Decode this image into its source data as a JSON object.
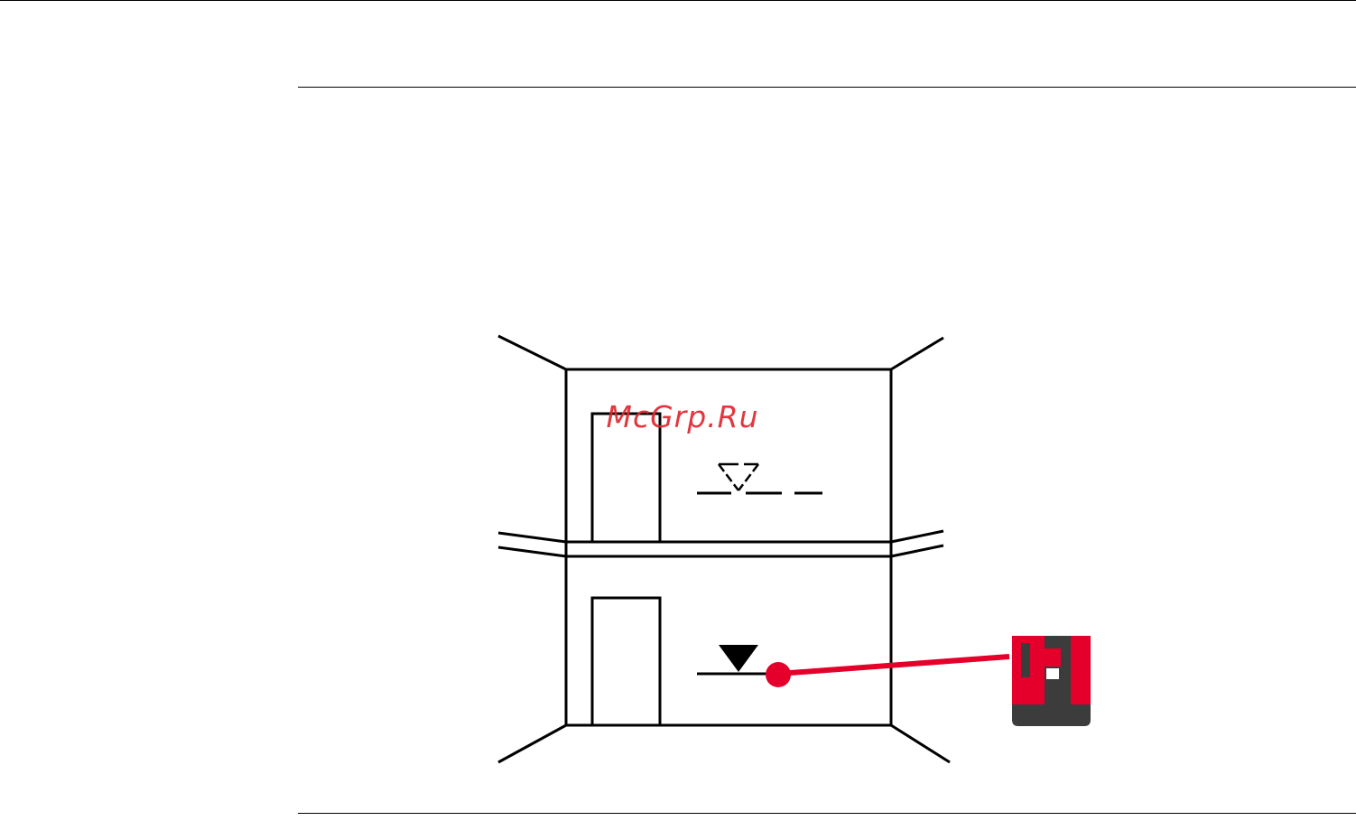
{
  "watermark": {
    "text": "McGrp.Ru",
    "color": "#e0262e"
  },
  "colors": {
    "line": "#000000",
    "laser": "#e4002b",
    "device_dark": "#3c3c3c",
    "device_red": "#e4002b"
  },
  "icons": {
    "reference_marker": "hollow-triangle-dashed-level",
    "target_marker": "filled-triangle-level",
    "laser_dot": "red-dot",
    "device": "laser-level-device"
  }
}
